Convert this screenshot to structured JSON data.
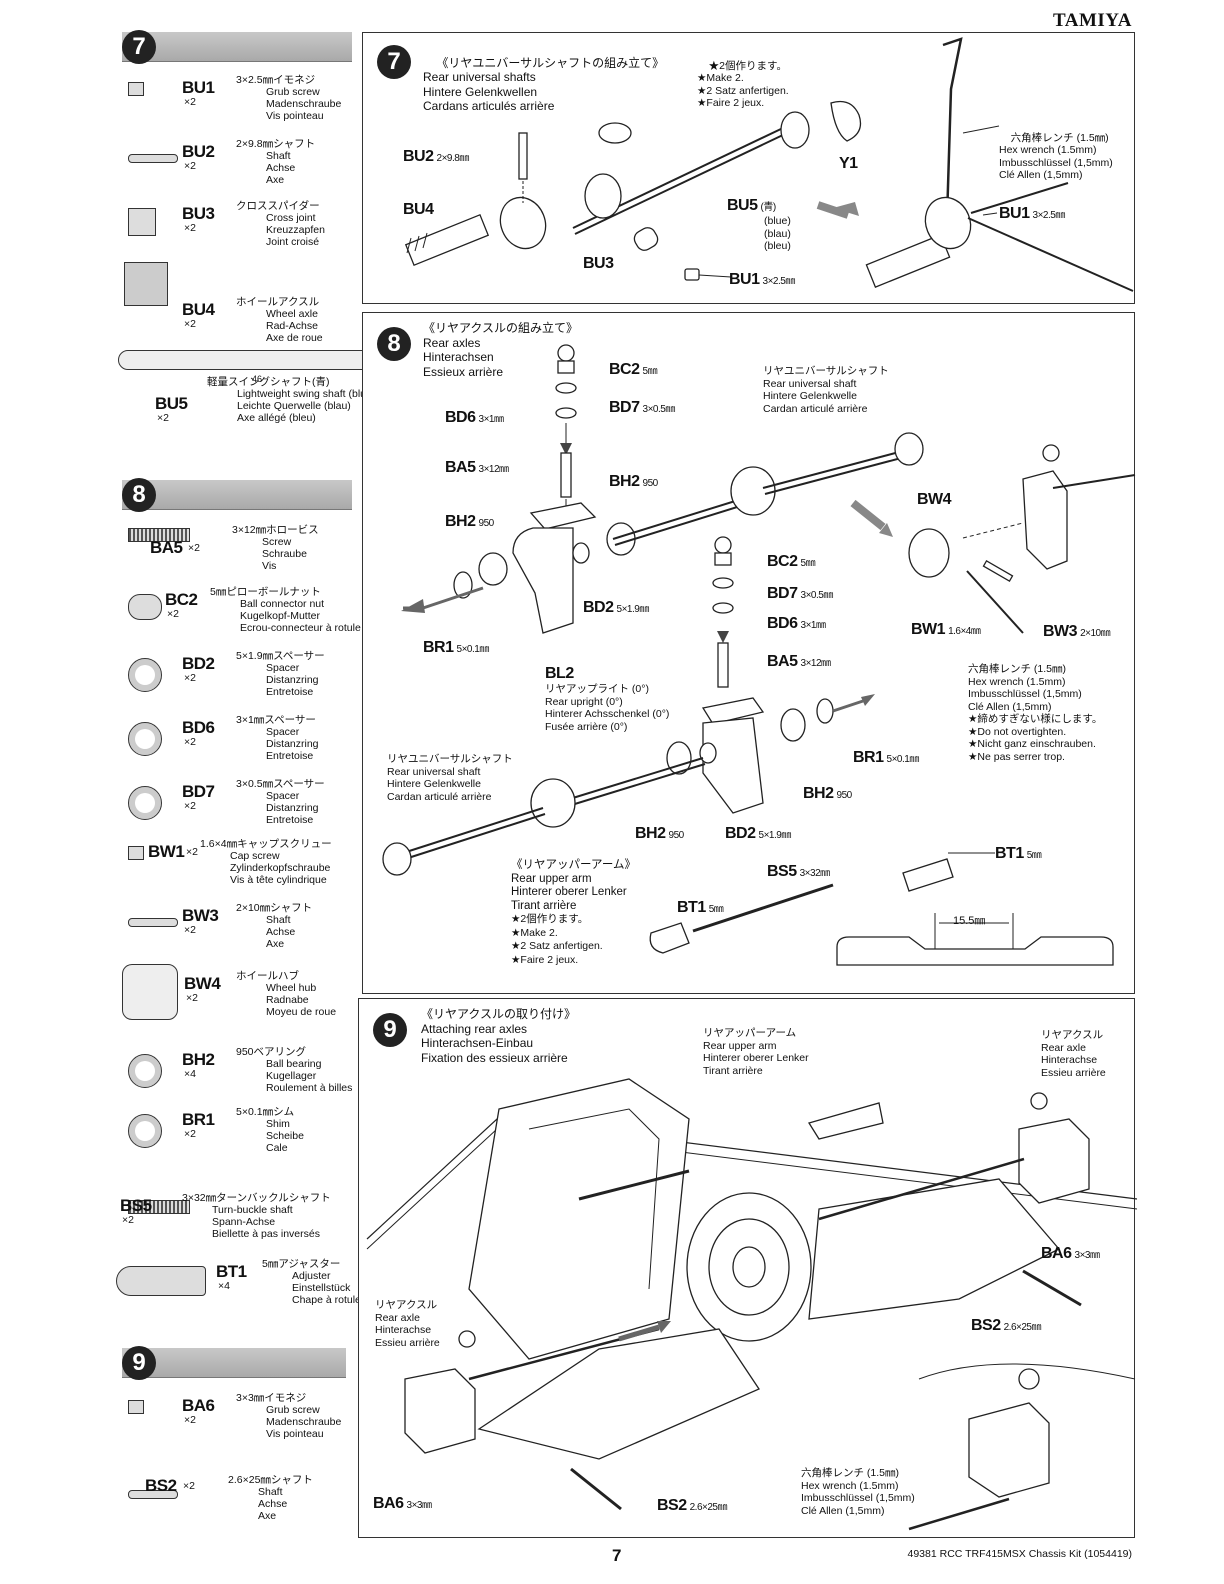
{
  "brand": "TAMIYA",
  "page_number": "7",
  "footer": "49381  RCC TRF415MSX Chassis Kit (1054419)",
  "parts_lists": [
    {
      "step": "7",
      "items": [
        {
          "code": "BU1",
          "qty": "×2",
          "lines": [
            "3×2.5㎜イモネジ",
            "Grub screw",
            "Madenschraube",
            "Vis pointeau"
          ]
        },
        {
          "code": "BU2",
          "qty": "×2",
          "lines": [
            "2×9.8㎜シャフト",
            "Shaft",
            "Achse",
            "Axe"
          ]
        },
        {
          "code": "BU3",
          "qty": "×2",
          "lines": [
            "クロススパイダー",
            "Cross joint",
            "Kreuzzapfen",
            "Joint croisé"
          ]
        },
        {
          "code": "BU4",
          "qty": "×2",
          "lines": [
            "ホイールアクスル",
            "Wheel axle",
            "Rad-Achse",
            "Axe de roue"
          ]
        },
        {
          "code": "BU5",
          "qty": "×2",
          "lines": [
            "軽量スイングシャフト(青)",
            "Lightweight swing shaft (blue)",
            "Leichte Querwelle (blau)",
            "Axe allégé (bleu)"
          ]
        }
      ],
      "bu5_length": "46"
    },
    {
      "step": "8",
      "items": [
        {
          "code": "BA5",
          "qty": "×2",
          "lines": [
            "3×12㎜ホロービス",
            "Screw",
            "Schraube",
            "Vis"
          ]
        },
        {
          "code": "BC2",
          "qty": "×2",
          "lines": [
            "5㎜ピローボールナット",
            "Ball connector nut",
            "Kugelkopf-Mutter",
            "Ecrou-connecteur à rotule"
          ]
        },
        {
          "code": "BD2",
          "qty": "×2",
          "lines": [
            "5×1.9㎜スペーサー",
            "Spacer",
            "Distanzring",
            "Entretoise"
          ]
        },
        {
          "code": "BD6",
          "qty": "×2",
          "lines": [
            "3×1㎜スペーサー",
            "Spacer",
            "Distanzring",
            "Entretoise"
          ]
        },
        {
          "code": "BD7",
          "qty": "×2",
          "lines": [
            "3×0.5㎜スペーサー",
            "Spacer",
            "Distanzring",
            "Entretoise"
          ]
        },
        {
          "code": "BW1",
          "qty": "×2",
          "lines": [
            "1.6×4㎜キャップスクリュー",
            "Cap screw",
            "Zylinderkopfschraube",
            "Vis à tête cylindrique"
          ]
        },
        {
          "code": "BW3",
          "qty": "×2",
          "lines": [
            "2×10㎜シャフト",
            "Shaft",
            "Achse",
            "Axe"
          ]
        },
        {
          "code": "BW4",
          "qty": "×2",
          "lines": [
            "ホイールハブ",
            "Wheel hub",
            "Radnabe",
            "Moyeu de roue"
          ]
        },
        {
          "code": "BH2",
          "qty": "×4",
          "lines": [
            "950ベアリング",
            "Ball bearing",
            "Kugellager",
            "Roulement à billes"
          ]
        },
        {
          "code": "BR1",
          "qty": "×2",
          "lines": [
            "5×0.1㎜シム",
            "Shim",
            "Scheibe",
            "Cale"
          ]
        },
        {
          "code": "BS5",
          "qty": "×2",
          "lines": [
            "3×32㎜ターンバックルシャフト",
            "Turn-buckle shaft",
            "Spann-Achse",
            "Biellette à pas inversés"
          ]
        },
        {
          "code": "BT1",
          "qty": "×4",
          "lines": [
            "5㎜アジャスター",
            "Adjuster",
            "Einstellstück",
            "Chape à rotule"
          ]
        }
      ]
    },
    {
      "step": "9",
      "items": [
        {
          "code": "BA6",
          "qty": "×2",
          "lines": [
            "3×3㎜イモネジ",
            "Grub screw",
            "Madenschraube",
            "Vis pointeau"
          ]
        },
        {
          "code": "BS2",
          "qty": "×2",
          "lines": [
            "2.6×25㎜シャフト",
            "Shaft",
            "Achse",
            "Axe"
          ]
        }
      ]
    }
  ],
  "step7": {
    "num": "7",
    "title": [
      "《リヤユニバーサルシャフトの組み立て》",
      "Rear universal shafts",
      "Hintere Gelenkwellen",
      "Cardans articulés arrière"
    ],
    "make": [
      "★2個作ります。",
      "★Make 2.",
      "★2 Satz anfertigen.",
      "★Faire 2 jeux."
    ],
    "wrench": [
      "六角棒レンチ (1.5㎜)",
      "Hex wrench (1.5mm)",
      "Imbusschlüssel (1,5mm)",
      "Clé Allen (1,5mm)"
    ],
    "bu5_color": [
      "(blue)",
      "(blau)",
      "(bleu)"
    ],
    "labels": {
      "bu2": "BU2",
      "bu2_size": "2×9.8㎜",
      "bu4": "BU4",
      "bu3": "BU3",
      "bu1": "BU1",
      "bu1_size": "3×2.5㎜",
      "bu5": "BU5",
      "bu5_jp": "(青)",
      "y1": "Y1",
      "bu1b": "BU1",
      "bu1b_size": "3×2.5㎜"
    }
  },
  "step8": {
    "num": "8",
    "title": [
      "《リヤアクスルの組み立て》",
      "Rear axles",
      "Hinterachsen",
      "Essieux arrière"
    ],
    "rus": [
      "リヤユニバーサルシャフト",
      "Rear universal shaft",
      "Hintere Gelenkwelle",
      "Cardan articulé arrière"
    ],
    "rus2": [
      "リヤユニバーサルシャフト",
      "Rear universal shaft",
      "Hintere Gelenkwelle",
      "Cardan articulé arrière"
    ],
    "bl2": [
      "リヤアップライト (0°)",
      "Rear upright (0°)",
      "Hinterer Achsschenkel (0°)",
      "Fusée arrière (0°)"
    ],
    "wrench": [
      "六角棒レンチ (1.5㎜)",
      "Hex wrench (1.5mm)",
      "Imbusschlüssel (1,5mm)",
      "Clé Allen (1,5mm)",
      "★締めすぎない様にします。",
      "★Do not overtighten.",
      "★Nicht ganz einschrauben.",
      "★Ne pas serrer trop."
    ],
    "upperarm": [
      "《リヤアッパーアーム》",
      "Rear upper arm",
      "Hinterer oberer Lenker",
      "Tirant arrière",
      "★2個作ります。",
      "★Make 2.",
      "★2 Satz anfertigen.",
      "★Faire 2 jeux."
    ],
    "dimension": "15.5㎜",
    "labels": {
      "bc2": "BC2",
      "bc2_size": "5㎜",
      "bd7": "BD7",
      "bd7_size": "3×0.5㎜",
      "bd6": "BD6",
      "bd6_size": "3×1㎜",
      "ba5": "BA5",
      "ba5_size": "3×12㎜",
      "bh2a": "BH2",
      "bh2a_size": "950",
      "bh2b": "BH2",
      "bh2b_size": "950",
      "bd2a": "BD2",
      "bd2a_size": "5×1.9㎜",
      "br1a": "BR1",
      "br1a_size": "5×0.1㎜",
      "bl2": "BL2",
      "bw4": "BW4",
      "bw1": "BW1",
      "bw1_size": "1.6×4㎜",
      "bw3": "BW3",
      "bw3_size": "2×10㎜",
      "bc2b": "BC2",
      "bc2b_size": "5㎜",
      "bd7b": "BD7",
      "bd7b_size": "3×0.5㎜",
      "bd6b": "BD6",
      "bd6b_size": "3×1㎜",
      "ba5b": "BA5",
      "ba5b_size": "3×12㎜",
      "br1b": "BR1",
      "br1b_size": "5×0.1㎜",
      "bh2c": "BH2",
      "bh2c_size": "950",
      "bh2d": "BH2",
      "bh2d_size": "950",
      "bd2b": "BD2",
      "bd2b_size": "5×1.9㎜",
      "bs5": "BS5",
      "bs5_size": "3×32㎜",
      "bt1a": "BT1",
      "bt1a_size": "5㎜",
      "bt1b": "BT1",
      "bt1b_size": "5㎜"
    }
  },
  "step9": {
    "num": "9",
    "title": [
      "《リヤアクスルの取り付け》",
      "Attaching rear axles",
      "Hinterachsen-Einbau",
      "Fixation des essieux arrière"
    ],
    "upperarm": [
      "リヤアッパーアーム",
      "Rear upper arm",
      "Hinterer oberer Lenker",
      "Tirant arrière"
    ],
    "axle_right": [
      "リヤアクスル",
      "Rear axle",
      "Hinterachse",
      "Essieu arrière"
    ],
    "axle_left": [
      "リヤアクスル",
      "Rear axle",
      "Hinterachse",
      "Essieu arrière"
    ],
    "wrench": [
      "六角棒レンチ (1.5㎜)",
      "Hex wrench (1.5mm)",
      "Imbusschlüssel (1,5mm)",
      "Clé Allen (1,5mm)"
    ],
    "labels": {
      "ba6a": "BA6",
      "ba6a_size": "3×3㎜",
      "bs2a": "BS2",
      "bs2a_size": "2.6×25㎜",
      "ba6b": "BA6",
      "ba6b_size": "3×3㎜",
      "bs2b": "BS2",
      "bs2b_size": "2.6×25㎜"
    }
  }
}
